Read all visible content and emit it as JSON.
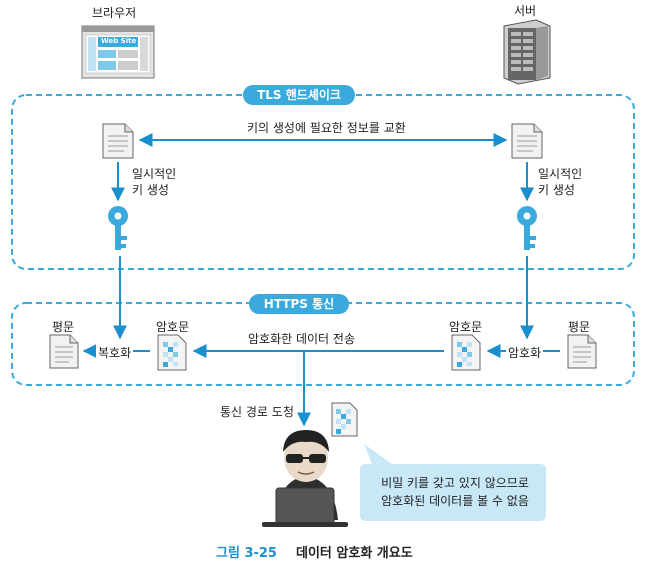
{
  "browser": {
    "label": "브라우저",
    "screen_text": "Web Site"
  },
  "server": {
    "label": "서버"
  },
  "tls": {
    "title": "TLS 핸드셰이크",
    "exchange_label": "키의 생성에 필요한 정보를 교환",
    "left_gen_line1": "일시적인",
    "left_gen_line2": "키 생성",
    "right_gen_line1": "일시적인",
    "right_gen_line2": "키 생성"
  },
  "https": {
    "title": "HTTPS 통신",
    "left_plain": "평문",
    "left_cipher": "암호문",
    "decrypt": "복호화",
    "transfer": "암호화한 데이터 전송",
    "right_cipher": "암호문",
    "encrypt": "암호화",
    "right_plain": "평문"
  },
  "attacker": {
    "path_label": "통신 경로 도청",
    "bubble_line1": "비밀 키를 갖고 있지 않으므로",
    "bubble_line2": "암호화된 데이터를 볼 수 없음"
  },
  "caption": {
    "prefix": "그림 3-25",
    "title": "데이터 암호화 개요도"
  },
  "colors": {
    "accent": "#3aa9dc",
    "bubble": "#c8e8f7",
    "dark": "#333333"
  }
}
